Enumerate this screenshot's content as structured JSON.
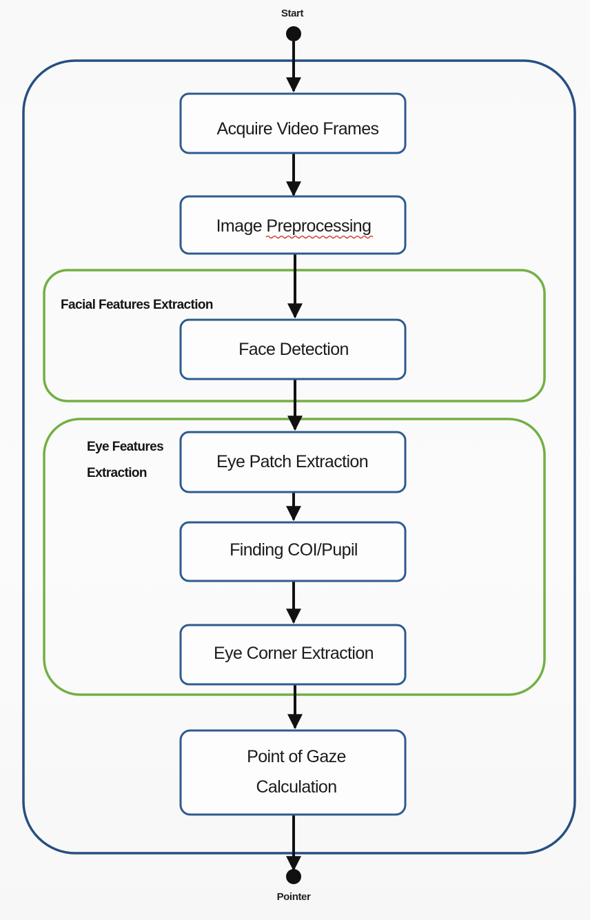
{
  "terminals": {
    "start": "Start",
    "end": "Pointer"
  },
  "groups": {
    "facial": "Facial Features Extraction",
    "eye_line1": "Eye Features",
    "eye_line2": "Extraction"
  },
  "steps": {
    "acquire": "Acquire Video Frames",
    "preprocess": "Image Preprocessing",
    "face": "Face Detection",
    "eye_patch": "Eye Patch Extraction",
    "coi": "Finding COI/Pupil",
    "corner": "Eye Corner Extraction",
    "gaze_line1": "Point of Gaze",
    "gaze_line2": "Calculation"
  },
  "colors": {
    "box_border": "#2d5b8e",
    "outer_border": "#264f82",
    "group_border": "#72b043",
    "arrow": "#111111",
    "spellcheck_underline": "#d23b3b"
  }
}
